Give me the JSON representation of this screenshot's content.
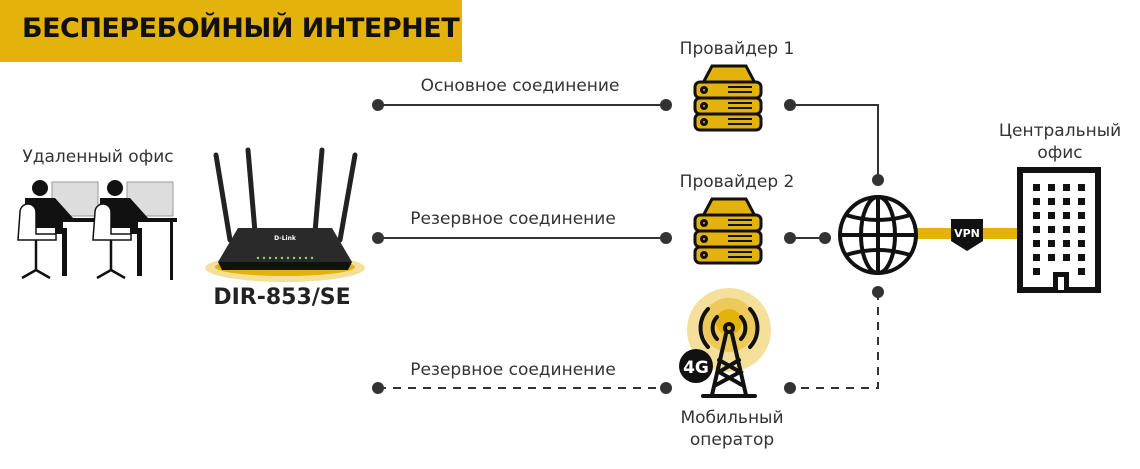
{
  "title": "БЕСПЕРЕБОЙНЫЙ ИНТЕРНЕТ",
  "remote_office": "Удаленный офис",
  "router_model": "DIR-853/SE",
  "router_brand": "D-Link",
  "links": {
    "primary": "Основное соединение",
    "backup1": "Резервное соединение",
    "backup2": "Резервное соединение"
  },
  "provider1": "Провайдер 1",
  "provider2": "Провайдер 2",
  "mobile": {
    "line1": "Мобильный",
    "line2": "оператор",
    "badge": "4G"
  },
  "central": {
    "line1": "Центральный",
    "line2": "офис"
  },
  "vpn": "VPN",
  "colors": {
    "accent": "#E3B30C",
    "dark": "#333333"
  }
}
